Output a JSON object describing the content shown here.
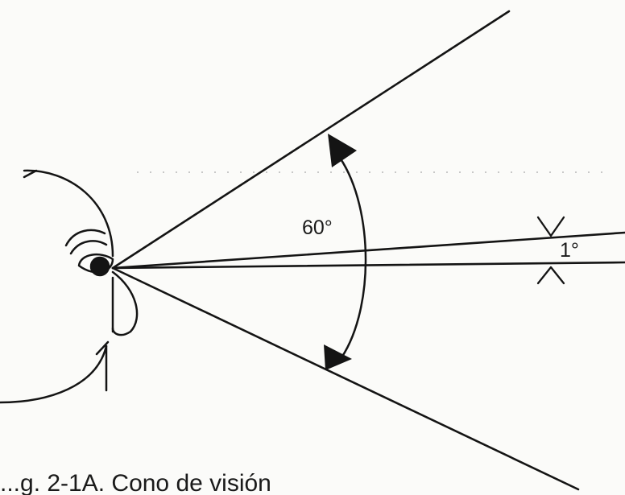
{
  "labels": {
    "wide_angle": "60°",
    "narrow_angle": "1°"
  },
  "caption": "...g. 2-1A.  Cono de visión",
  "colors": {
    "ink": "#141414",
    "paper": "#fbfbf9"
  }
}
